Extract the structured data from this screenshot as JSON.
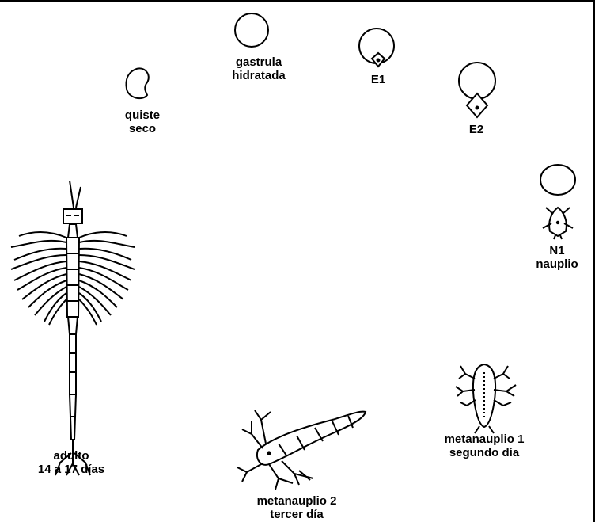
{
  "stages": {
    "cyst": {
      "line1": "quiste",
      "line2": "seco"
    },
    "gastrula": {
      "line1": "gastrula",
      "line2": "hidratada"
    },
    "e1": {
      "line1": "E1"
    },
    "e2": {
      "line1": "E2"
    },
    "nauplius": {
      "line1": "N1",
      "line2": "nauplio"
    },
    "metanauplius1": {
      "line1": "metanauplio 1",
      "line2": "segundo día"
    },
    "metanauplius2": {
      "line1": "metanauplio 2",
      "line2": "tercer día"
    },
    "adult": {
      "line1": "adulto",
      "line2": "14 a 17 días"
    }
  }
}
